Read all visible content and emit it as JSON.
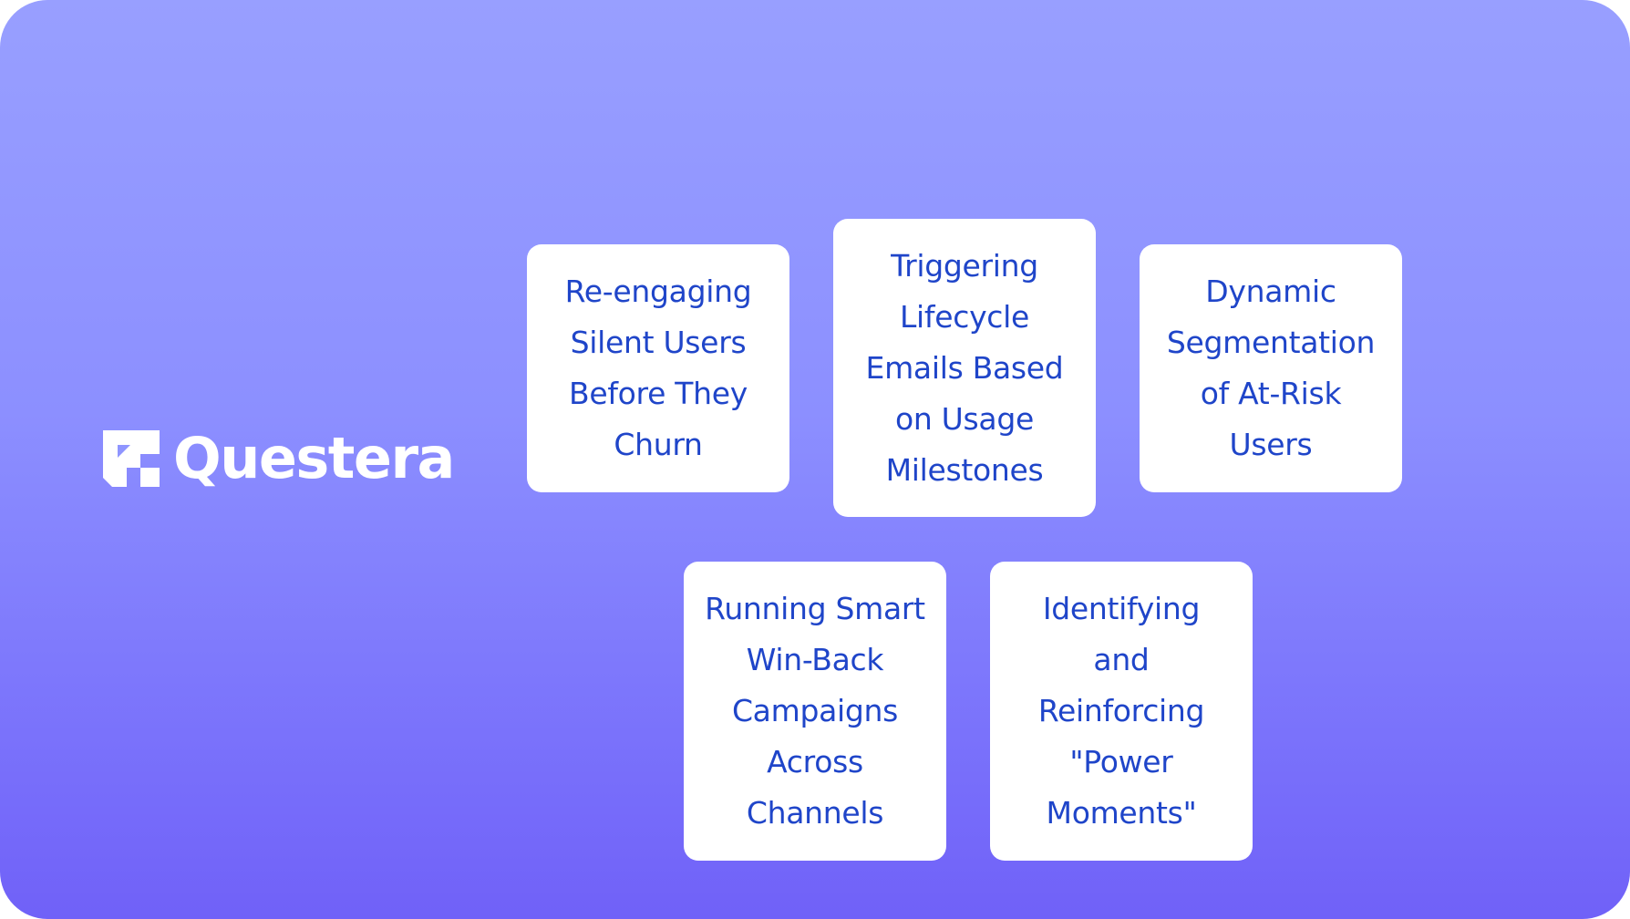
{
  "brand": {
    "name": "Questera",
    "logo_icon": "questera-logo-mark",
    "text_color": "#ffffff"
  },
  "colors": {
    "background_top": "#989fff",
    "background_bottom": "#7061f8",
    "card_background": "#ffffff",
    "card_text": "#1f45c9"
  },
  "cards": [
    {
      "label": "Re-engaging\nSilent Users\nBefore They\nChurn"
    },
    {
      "label": "Triggering\nLifecycle\nEmails Based\non Usage\nMilestones"
    },
    {
      "label": "Dynamic\nSegmentation\nof At-Risk\nUsers"
    },
    {
      "label": "Running Smart\nWin-Back\nCampaigns\nAcross\nChannels"
    },
    {
      "label": "Identifying\nand\nReinforcing\n\"Power\nMoments\""
    }
  ]
}
